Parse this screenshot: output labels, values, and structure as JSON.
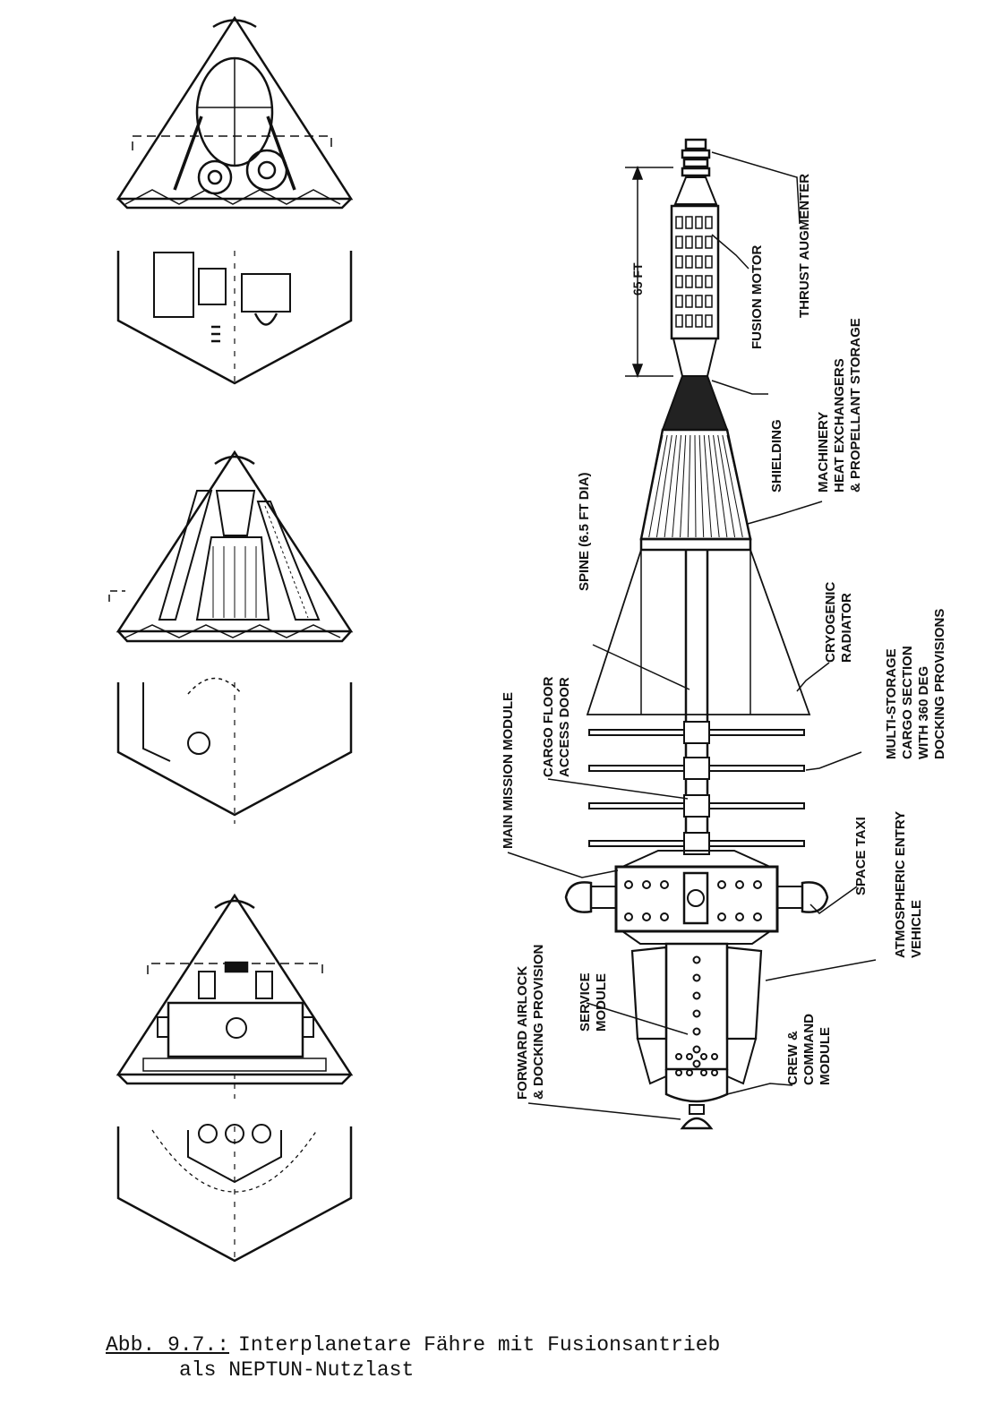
{
  "labels": {
    "thrust_augmenter": "THRUST AUGMENTER",
    "fusion_motor": "FUSION MOTOR",
    "length": "65 FT",
    "shielding": "SHIELDING",
    "machinery": [
      "MACHINERY",
      "HEAT EXCHANGERS",
      "& PROPELLANT STORAGE"
    ],
    "spine": "SPINE (6.5 FT DIA)",
    "cryogenic_radiator": [
      "CRYOGENIC",
      "RADIATOR"
    ],
    "cargo_section": [
      "MULTI-STORAGE",
      "CARGO SECTION",
      "WITH 360 DEG",
      "DOCKING PROVISIONS"
    ],
    "cargo_floor": [
      "CARGO FLOOR",
      "ACCESS DOOR"
    ],
    "main_mission_module": "MAIN MISSION MODULE",
    "space_taxi": "SPACE TAXI",
    "atmospheric_entry": [
      "ATMOSPHERIC ENTRY",
      "VEHICLE"
    ],
    "service_module": [
      "SERVICE",
      "MODULE"
    ],
    "forward_airlock": [
      "FORWARD AIRLOCK",
      "& DOCKING PROVISION"
    ],
    "crew_command": [
      "CREW &",
      "COMMAND",
      "MODULE"
    ]
  },
  "caption": {
    "tag": "Abb. 9.7.:",
    "line1": "Interplanetare Fähre mit Fusionsantrieb",
    "line2": "als NEPTUN-Nutzlast"
  }
}
